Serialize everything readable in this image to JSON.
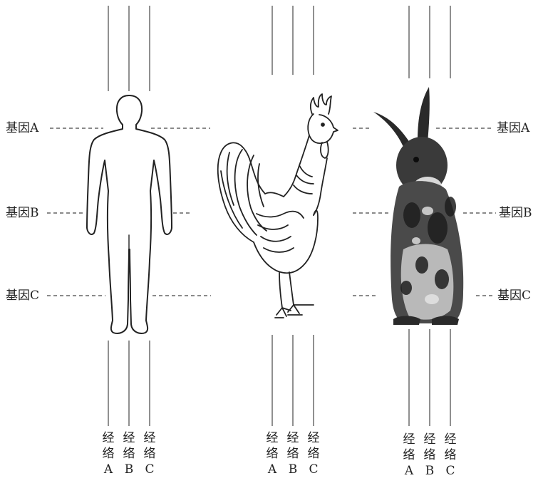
{
  "genes": {
    "a": "基因A",
    "b": "基因B",
    "c": "基因C"
  },
  "meridians": [
    {
      "char1": "经",
      "char2": "络",
      "letter": "A"
    },
    {
      "char1": "经",
      "char2": "络",
      "letter": "B"
    },
    {
      "char1": "经",
      "char2": "络",
      "letter": "C"
    }
  ],
  "figures": [
    "human-figure",
    "rooster-figure",
    "rabbit-figure"
  ],
  "colors": {
    "line": "#555555",
    "ink": "#222222",
    "background": "#ffffff"
  }
}
